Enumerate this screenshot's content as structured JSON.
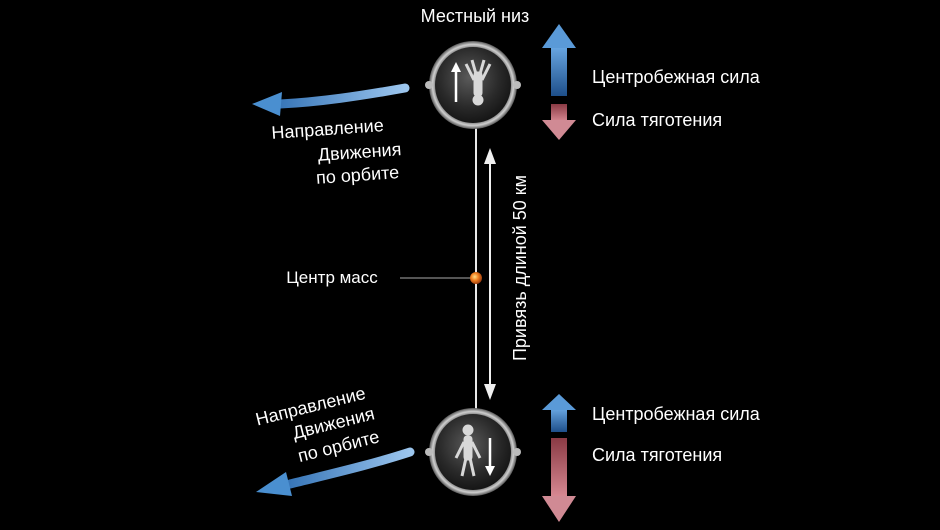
{
  "top_label": "Местный низ",
  "center_label": "Центр масс",
  "tether_label": "Привязь длиной 50 км",
  "upper": {
    "orbit_direction": [
      "Направление",
      "Движения",
      "по орбите"
    ],
    "centrifugal_label": "Центробежная сила",
    "gravity_label": "Сила тяготения"
  },
  "lower": {
    "orbit_direction": [
      "Направление",
      "Движения",
      "по орбите"
    ],
    "centrifugal_label": "Центробежная сила",
    "gravity_label": "Сила тяготения"
  },
  "colors": {
    "background": "#000000",
    "centrifugal": "#3a7fc4",
    "gravity": "#c8737e",
    "orbit_arrow": "#4a8fd0",
    "center_mass": "#f08020",
    "tether": "#e8e8e8"
  },
  "icons": {
    "capsule": "capsule-icon",
    "person": "astronaut-icon",
    "center": "center-of-mass-icon"
  }
}
